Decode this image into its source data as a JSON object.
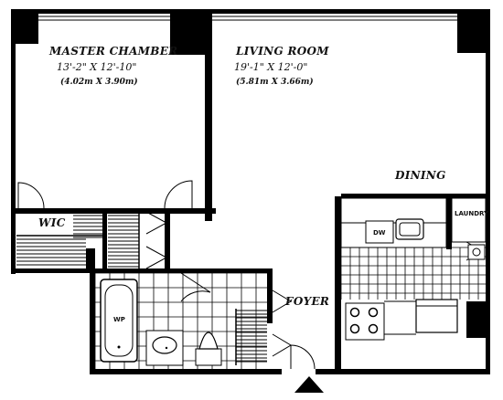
{
  "rooms": {
    "master_chamber": {
      "name": "MASTER CHAMBER",
      "dim_ft": "13'-2\" X 12'-10\"",
      "dim_m": "(4.02m X 3.90m)"
    },
    "living_room": {
      "name": "LIVING ROOM",
      "dim_ft": "19'-1\" X 12'-0\"",
      "dim_m": "(5.81m X 3.66m)"
    },
    "dining": {
      "name": "DINING"
    },
    "wic": {
      "name": "WIC"
    },
    "foyer": {
      "name": "FOYER"
    },
    "laundry": {
      "name": "LAUNDRY"
    }
  },
  "fixtures": {
    "dishwasher": "DW",
    "whirlpool": "WP"
  }
}
